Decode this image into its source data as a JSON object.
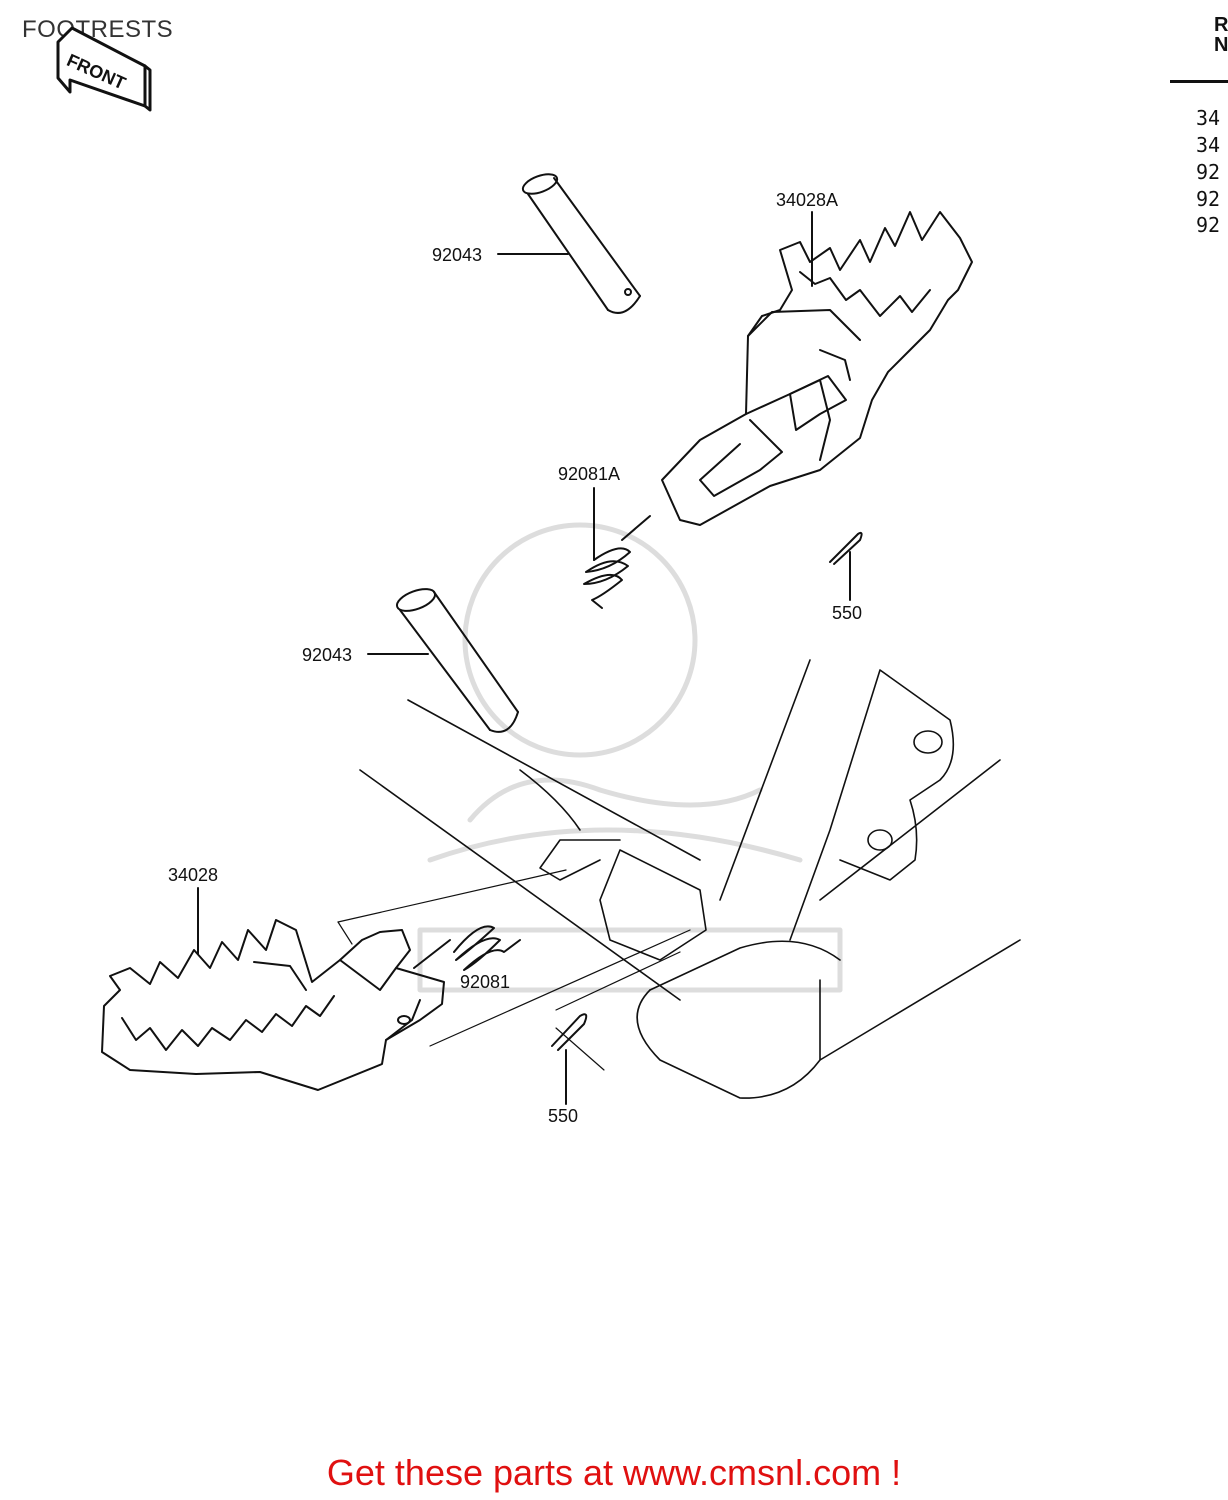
{
  "title": "FOOTRESTS",
  "front_label": "FRONT",
  "ref_header": [
    "R",
    "N"
  ],
  "ref_numbers": [
    "34",
    "34",
    "92",
    "92",
    "92"
  ],
  "parts": [
    {
      "id": "pin-upper",
      "label": "92043"
    },
    {
      "id": "footrest-upper",
      "label": "34028A"
    },
    {
      "id": "spring-upper",
      "label": "92081A"
    },
    {
      "id": "cotter-upper",
      "label": "550"
    },
    {
      "id": "pin-lower",
      "label": "92043"
    },
    {
      "id": "footrest-lower",
      "label": "34028"
    },
    {
      "id": "spring-lower",
      "label": "92081"
    },
    {
      "id": "cotter-lower",
      "label": "550"
    }
  ],
  "call_to_action": "Get these parts at www.cmsnl.com !",
  "colors": {
    "cta": "#e01010",
    "ink": "#111111"
  }
}
